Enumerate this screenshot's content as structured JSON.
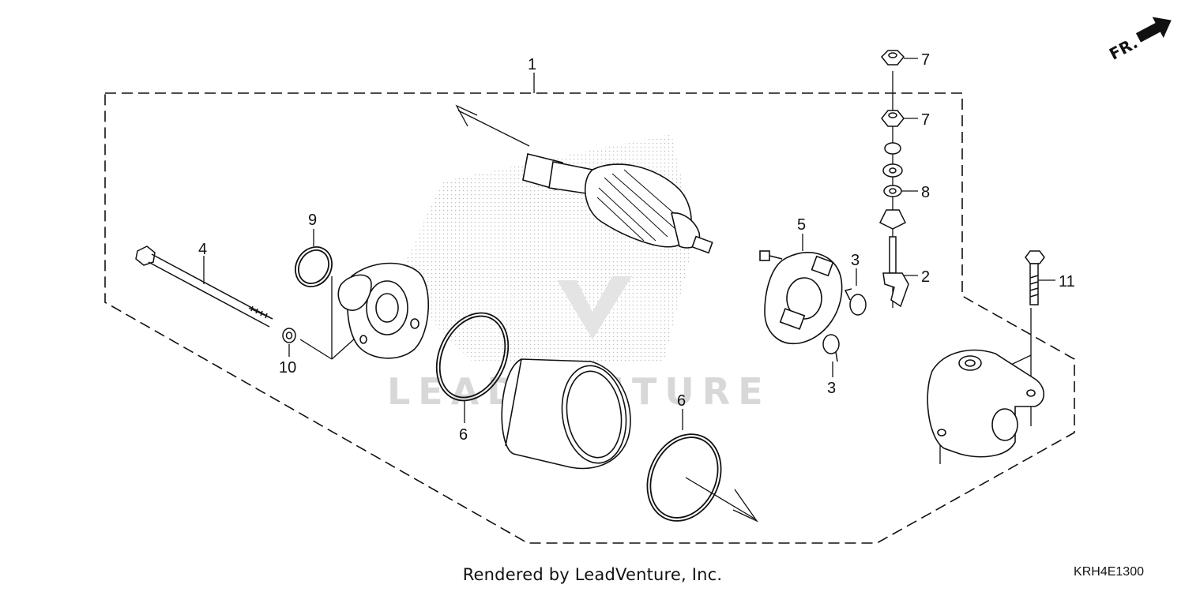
{
  "diagram": {
    "labels": {
      "p1": "1",
      "p2": "2",
      "p3a": "3",
      "p3b": "3",
      "p4": "4",
      "p5": "5",
      "p6a": "6",
      "p6b": "6",
      "p7a": "7",
      "p7b": "7",
      "p8": "8",
      "p9": "9",
      "p10": "10",
      "p11": "11"
    },
    "direction_indicator": "FR.",
    "watermark_text": "LEADVENTURE"
  },
  "footer": {
    "rendered_by": "Rendered by LeadVenture, Inc.",
    "diagram_code": "KRH4E1300"
  }
}
